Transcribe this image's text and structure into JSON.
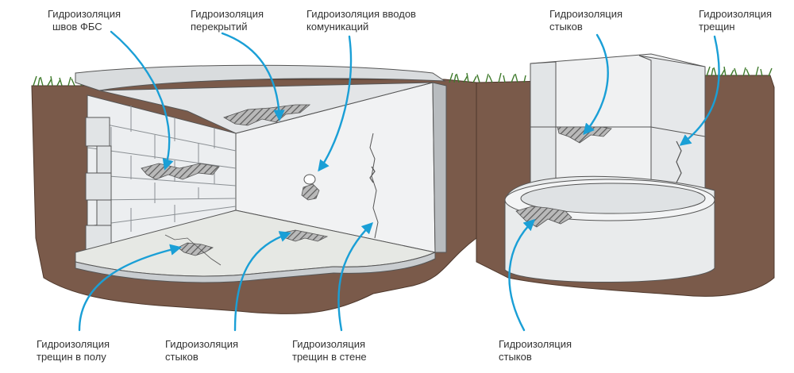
{
  "labels": {
    "fbs_seams": {
      "line1": "Гидроизоляция",
      "line2": "швов ФБС"
    },
    "ceilings": {
      "line1": "Гидроизоляция",
      "line2": "перекрытий"
    },
    "utility": {
      "line1": "Гидроизоляция вводов",
      "line2": "комуникаций"
    },
    "joints_top": {
      "line1": "Гидроизоляция",
      "line2": "стыков"
    },
    "cracks_top": {
      "line1": "Гидроизоляция",
      "line2": "трещин"
    },
    "floor": {
      "line1": "Гидроизоляция",
      "line2": "трещин в полу"
    },
    "joints_mid": {
      "line1": "Гидроизоляция",
      "line2": "стыков"
    },
    "wall_cracks": {
      "line1": "Гидроизоляция",
      "line2": "трещин в стене"
    },
    "joints_right": {
      "line1": "Гидроизоляция",
      "line2": "стыков"
    }
  },
  "colors": {
    "soil": "#7a5a4a",
    "soil_dark": "#5e4336",
    "grass": "#3f7a2c",
    "concrete": "#e9ebec",
    "concrete_shade": "#c9cdd0",
    "outline": "#555555",
    "arrow": "#1a9fd6",
    "hatch": "#6d6d6d"
  }
}
